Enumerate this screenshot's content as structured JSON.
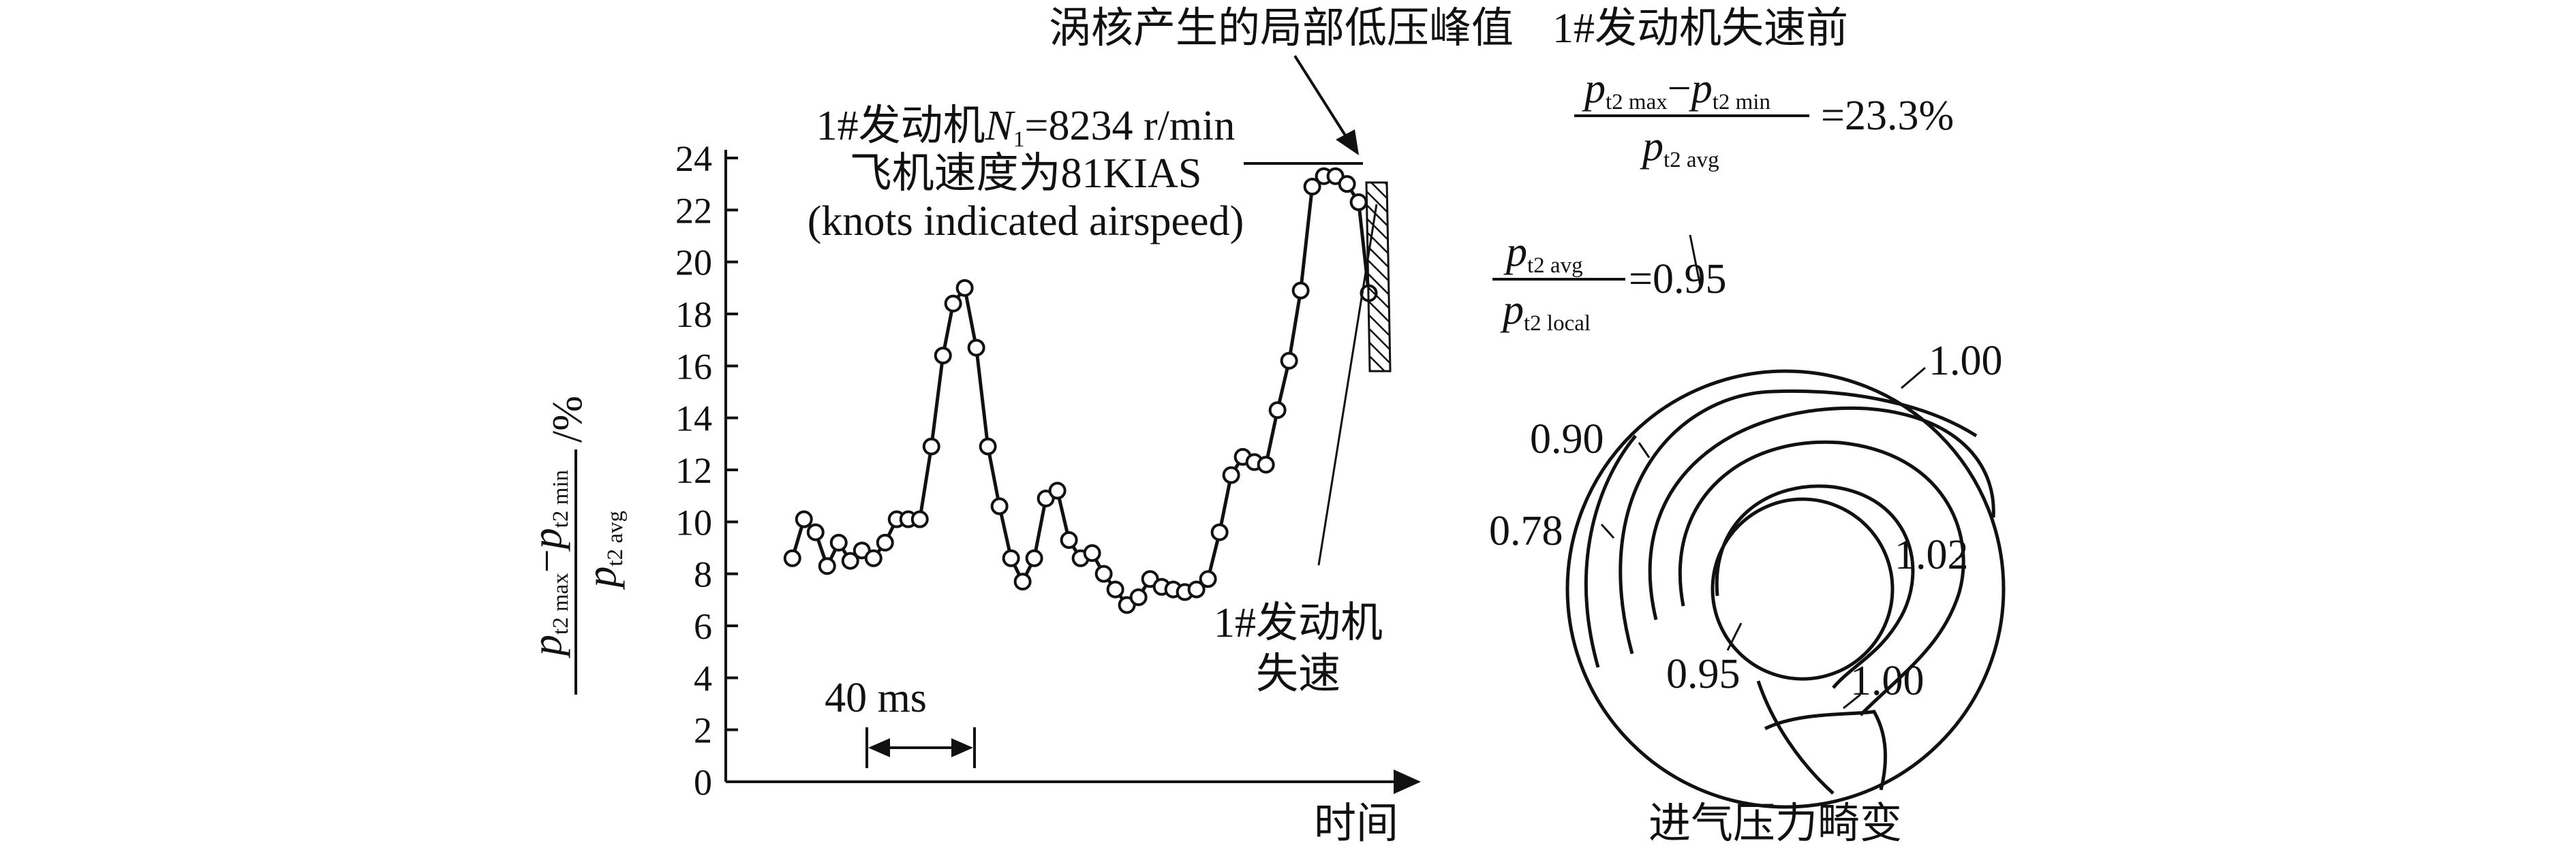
{
  "chart_data": {
    "type": "line",
    "ylabel": {
      "num_a": "p",
      "num_a_sub": "t2 max",
      "minus": "−",
      "num_b": "p",
      "num_b_sub": "t2 min",
      "den": "p",
      "den_sub": "t2 avg",
      "unit": "/%"
    },
    "xlabel": "时间",
    "ylim": [
      0,
      24
    ],
    "yticks": [
      0,
      2,
      4,
      6,
      8,
      10,
      12,
      14,
      16,
      18,
      20,
      22,
      24
    ],
    "series": [
      {
        "values": [
          [
            0.3,
            8.6
          ],
          [
            0.7,
            10.1
          ],
          [
            1.1,
            9.6
          ],
          [
            1.5,
            8.3
          ],
          [
            1.9,
            9.2
          ],
          [
            2.3,
            8.5
          ],
          [
            2.7,
            8.9
          ],
          [
            3.1,
            8.6
          ],
          [
            3.5,
            9.2
          ],
          [
            3.9,
            10.1
          ],
          [
            4.3,
            10.1
          ],
          [
            4.7,
            10.1
          ],
          [
            5.1,
            12.9
          ],
          [
            5.5,
            16.4
          ],
          [
            5.85,
            18.4
          ],
          [
            6.25,
            19.0
          ],
          [
            6.65,
            16.7
          ],
          [
            7.05,
            12.9
          ],
          [
            7.45,
            10.6
          ],
          [
            7.85,
            8.6
          ],
          [
            8.25,
            7.7
          ],
          [
            8.65,
            8.6
          ],
          [
            9.05,
            10.9
          ],
          [
            9.45,
            11.2
          ],
          [
            9.85,
            9.3
          ],
          [
            10.25,
            8.6
          ],
          [
            10.65,
            8.8
          ],
          [
            11.05,
            8.0
          ],
          [
            11.45,
            7.4
          ],
          [
            11.85,
            6.8
          ],
          [
            12.25,
            7.1
          ],
          [
            12.65,
            7.8
          ],
          [
            13.05,
            7.5
          ],
          [
            13.45,
            7.4
          ],
          [
            13.85,
            7.3
          ],
          [
            14.25,
            7.4
          ],
          [
            14.65,
            7.8
          ],
          [
            15.05,
            9.6
          ],
          [
            15.45,
            11.8
          ],
          [
            15.85,
            12.5
          ],
          [
            16.25,
            12.3
          ],
          [
            16.65,
            12.2
          ],
          [
            17.05,
            14.3
          ],
          [
            17.45,
            16.2
          ],
          [
            17.85,
            18.9
          ],
          [
            18.25,
            22.9
          ],
          [
            18.65,
            23.3
          ],
          [
            19.05,
            23.3
          ],
          [
            19.45,
            23.0
          ],
          [
            19.85,
            22.3
          ],
          [
            20.2,
            18.8
          ]
        ]
      }
    ],
    "annotations": {
      "vortex_peak": "涡核产生的局部低压峰值",
      "condition_line1_pre": "1#发动机",
      "condition_line1_N": "N",
      "condition_line1_N_sub": "1",
      "condition_line1_post": "=8234 r/min",
      "condition_line2": "飞机速度为81KIAS",
      "condition_line3": "(knots indicated airspeed)",
      "stall_line1": "1#发动机",
      "stall_line2": "失速",
      "time_scale": "40 ms"
    }
  },
  "distortion_panel": {
    "title": "1#发动机失速前",
    "ratio1": {
      "num_a": "p",
      "num_a_sub": "t2 max",
      "minus": "−",
      "num_b": "p",
      "num_b_sub": "t2 min",
      "den": "p",
      "den_sub": "t2 avg",
      "value": "=23.3%"
    },
    "ratio2": {
      "num": "p",
      "num_sub": "t2 avg",
      "den": "p",
      "den_sub": "t2 local",
      "value": "=0.95"
    },
    "contour_labels": [
      "1.00",
      "0.90",
      "0.78",
      "1.02",
      "0.95",
      "1.00"
    ],
    "caption": "进气压力畸变"
  }
}
